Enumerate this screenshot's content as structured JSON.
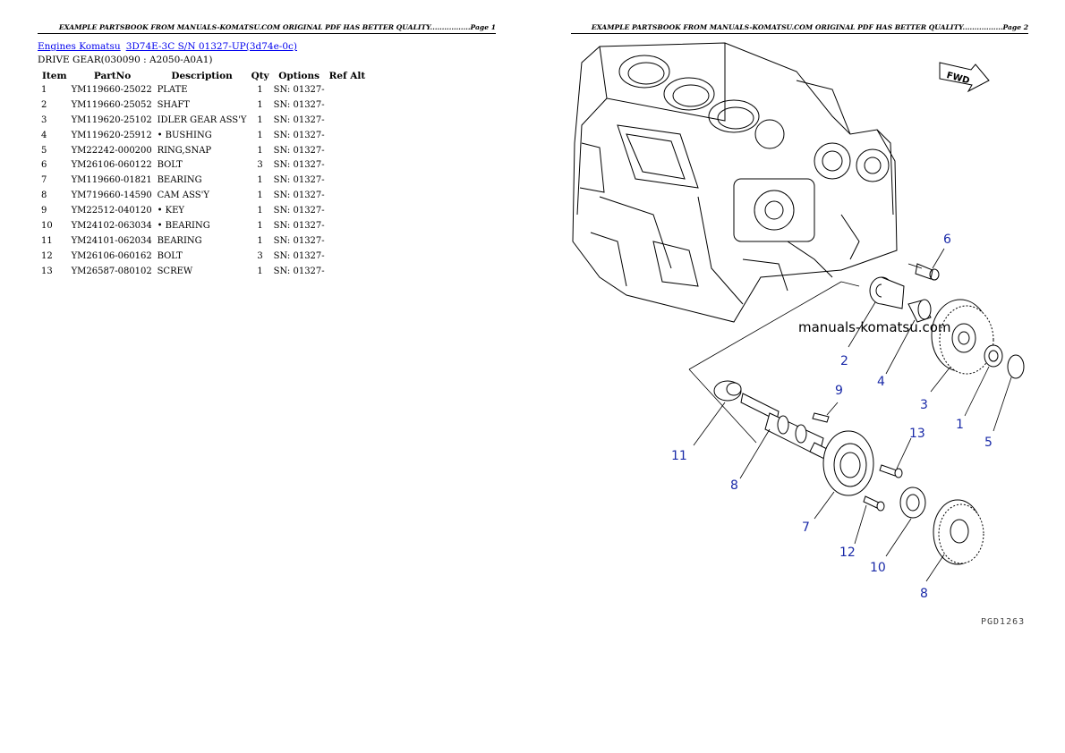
{
  "header_left": "EXAMPLE PARTSBOOK FROM MANUALS-KOMATSU.COM ORIGINAL PDF HAS BETTER QUALITY.................Page 1",
  "header_right": "EXAMPLE PARTSBOOK FROM MANUALS-KOMATSU.COM ORIGINAL PDF HAS BETTER QUALITY.................Page 2",
  "breadcrumb": {
    "link1": "Engines Komatsu",
    "link2": "3D74E-3C S/N 01327-UP(3d74e-0c)"
  },
  "group_title": "DRIVE GEAR(030090 : A2050-A0A1)",
  "table": {
    "headers": [
      "Item",
      "PartNo",
      "Description",
      "Qty",
      "Options",
      "Ref Alt"
    ],
    "rows": [
      {
        "item": "1",
        "partno": "YM119660-25022",
        "desc": "PLATE",
        "qty": "1",
        "options": "SN: 01327-",
        "ref": ""
      },
      {
        "item": "2",
        "partno": "YM119660-25052",
        "desc": "SHAFT",
        "qty": "1",
        "options": "SN: 01327-",
        "ref": ""
      },
      {
        "item": "3",
        "partno": "YM119620-25102",
        "desc": "IDLER GEAR ASS'Y",
        "qty": "1",
        "options": "SN: 01327-",
        "ref": ""
      },
      {
        "item": "4",
        "partno": "YM119620-25912",
        "desc": "• BUSHING",
        "qty": "1",
        "options": "SN: 01327-",
        "ref": ""
      },
      {
        "item": "5",
        "partno": "YM22242-000200",
        "desc": "RING,SNAP",
        "qty": "1",
        "options": "SN: 01327-",
        "ref": ""
      },
      {
        "item": "6",
        "partno": "YM26106-060122",
        "desc": "BOLT",
        "qty": "3",
        "options": "SN: 01327-",
        "ref": ""
      },
      {
        "item": "7",
        "partno": "YM119660-01821",
        "desc": "BEARING",
        "qty": "1",
        "options": "SN: 01327-",
        "ref": ""
      },
      {
        "item": "8",
        "partno": "YM719660-14590",
        "desc": "CAM ASS'Y",
        "qty": "1",
        "options": "SN: 01327-",
        "ref": ""
      },
      {
        "item": "9",
        "partno": "YM22512-040120",
        "desc": "• KEY",
        "qty": "1",
        "options": "SN: 01327-",
        "ref": ""
      },
      {
        "item": "10",
        "partno": "YM24102-063034",
        "desc": "• BEARING",
        "qty": "1",
        "options": "SN: 01327-",
        "ref": ""
      },
      {
        "item": "11",
        "partno": "YM24101-062034",
        "desc": "BEARING",
        "qty": "1",
        "options": "SN: 01327-",
        "ref": ""
      },
      {
        "item": "12",
        "partno": "YM26106-060162",
        "desc": "BOLT",
        "qty": "3",
        "options": "SN: 01327-",
        "ref": ""
      },
      {
        "item": "13",
        "partno": "YM26587-080102",
        "desc": "SCREW",
        "qty": "1",
        "options": "SN: 01327-",
        "ref": ""
      }
    ]
  },
  "diagram": {
    "watermark": "manuals-komatsu.com",
    "figure_code": "PGD1263",
    "fwd_label": "FWD",
    "callout_color": "#1a2aa8",
    "callouts": [
      "6",
      "2",
      "4",
      "3",
      "1",
      "5",
      "9",
      "13",
      "11",
      "8",
      "7",
      "12",
      "10",
      "8"
    ]
  }
}
